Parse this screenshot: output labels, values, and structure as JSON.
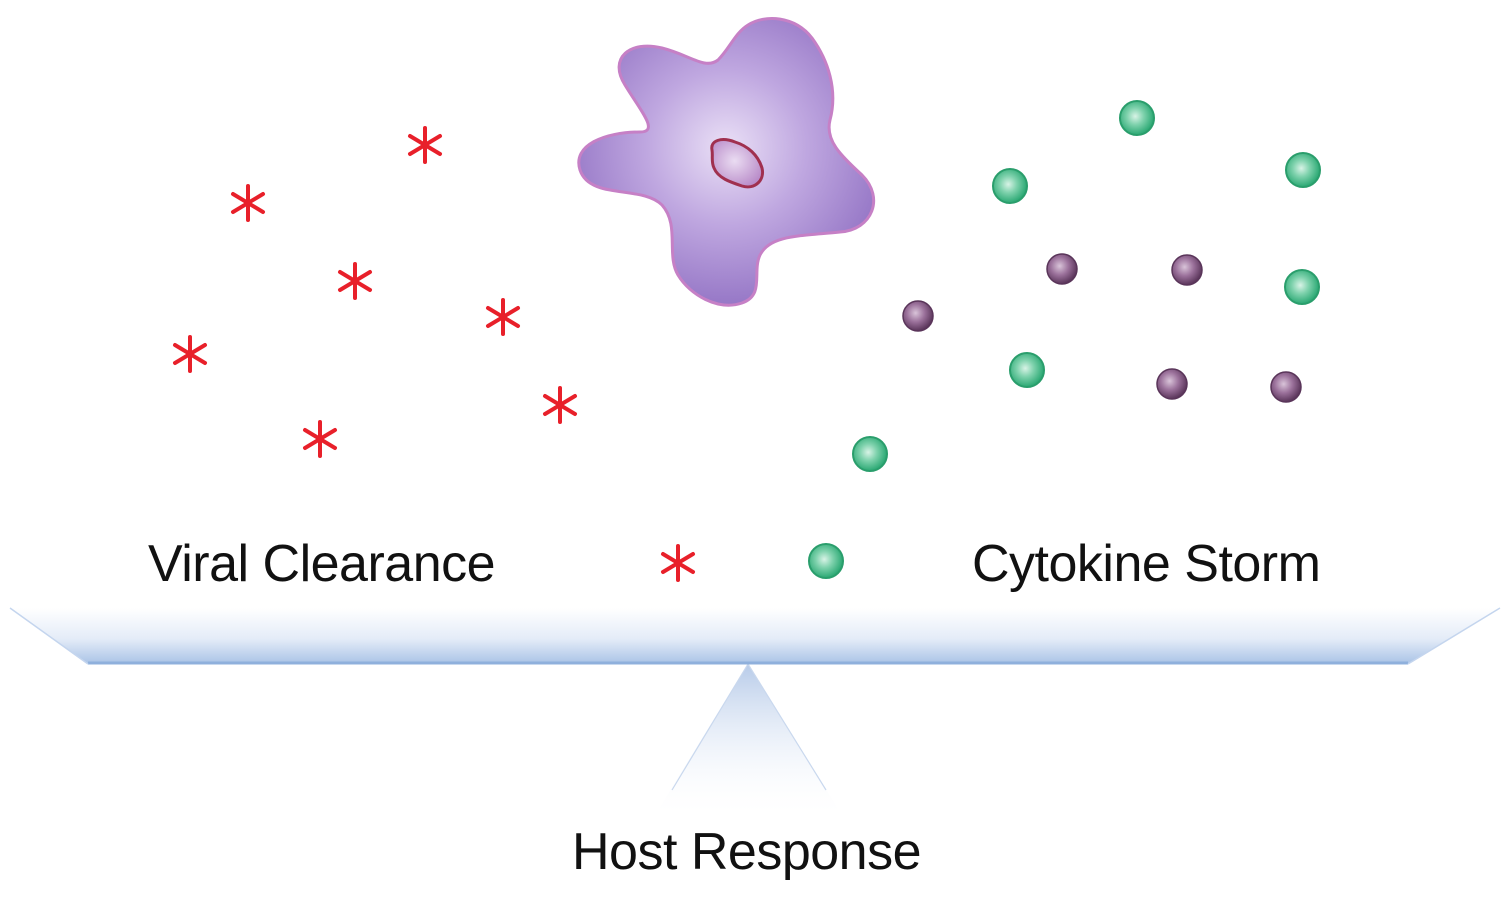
{
  "labels": {
    "left": "Viral Clearance",
    "right": "Cytokine Storm",
    "bottom": "Host Response"
  },
  "icons": {
    "virus_marker": "asterisk-icon",
    "cytokine_green": "green-sphere-icon",
    "cytokine_purple": "purple-sphere-icon",
    "cell": "immune-cell-icon"
  },
  "colors": {
    "virus": "#e8202a",
    "cytokine_green": "#2fb37a",
    "cytokine_purple": "#7a4f7a",
    "cell_fill": "#a98fcf",
    "cell_edge": "#c680c6",
    "nucleus": "#a0304f",
    "beam": "#a9c3e6",
    "fulcrum": "#c9d8ee",
    "text": "#111111"
  }
}
